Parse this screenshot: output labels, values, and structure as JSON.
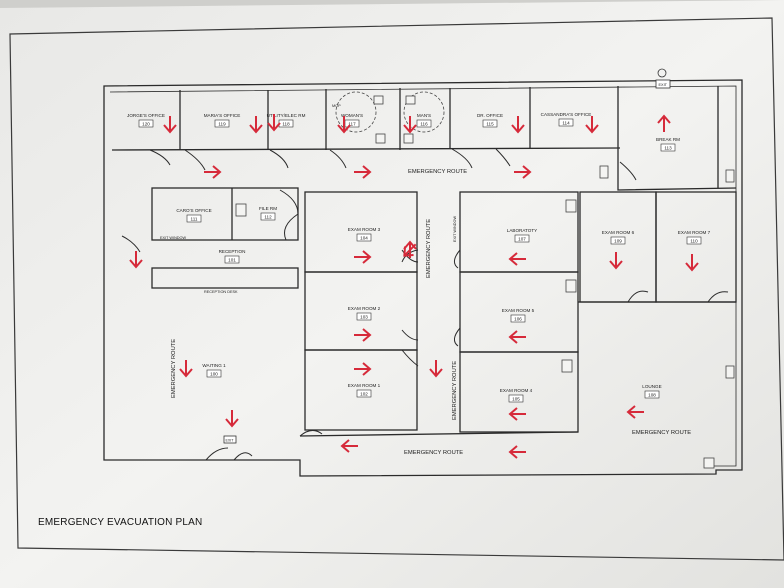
{
  "plan": {
    "title": "EMERGENCY EVACUATION PLAN",
    "arrow_color": "#d62a3a",
    "line_color": "#2b2b2b"
  },
  "rooms": [
    {
      "id": "jorge",
      "name": "JORGE'S OFFICE",
      "number": "120"
    },
    {
      "id": "maria",
      "name": "MARIA'S OFFICE",
      "number": "119"
    },
    {
      "id": "utility",
      "name": "UTILITY/ELEC RM",
      "number": "118"
    },
    {
      "id": "womans",
      "name": "WOMAN'S",
      "number": "117"
    },
    {
      "id": "mans",
      "name": "MAN'S",
      "number": "116"
    },
    {
      "id": "dr",
      "name": "DR. OFFICE",
      "number": "115"
    },
    {
      "id": "cassandra",
      "name": "CASSANDRA'S OFFICE",
      "number": "114"
    },
    {
      "id": "break",
      "name": "BREAK RM",
      "number": "113"
    },
    {
      "id": "caro",
      "name": "CARO'S OFFICE",
      "number": "111"
    },
    {
      "id": "file",
      "name": "FILE RM",
      "number": "112"
    },
    {
      "id": "reception",
      "name": "RECEPTION",
      "number": "101"
    },
    {
      "id": "exam3",
      "name": "EXAM ROOM 3",
      "number": "104"
    },
    {
      "id": "exam2",
      "name": "EXAM ROOM 2",
      "number": "103"
    },
    {
      "id": "exam1",
      "name": "EXAM ROOM 1",
      "number": "102"
    },
    {
      "id": "lab",
      "name": "LABORATOTY",
      "number": "107"
    },
    {
      "id": "exam5",
      "name": "EXAM ROOM 5",
      "number": "106"
    },
    {
      "id": "exam4",
      "name": "EXAM ROOM 4",
      "number": "105"
    },
    {
      "id": "exam6",
      "name": "EXAM ROOM 6",
      "number": "109"
    },
    {
      "id": "exam7",
      "name": "EXAM ROOM 7",
      "number": "110"
    },
    {
      "id": "lounge",
      "name": "LOUNGE",
      "number": "108"
    },
    {
      "id": "waiting",
      "name": "WAITING 1",
      "number": "100"
    }
  ],
  "labels": {
    "route_top": "EMERGENCY ROUTE",
    "route_center_left": "EMERGENCY ROUTE",
    "route_center_right": "EMERGENCY ROUTE",
    "route_left": "EMERGENCY ROUTE",
    "route_bottom": "EMERGENCY ROUTE",
    "route_lounge": "EMERGENCY ROUTE",
    "reception_desk": "RECEPTION DESK",
    "window_left": "EXIT WINDOW",
    "window_center": "EXIT WINDOW",
    "mop": "MOP",
    "exit_top": "EXIT",
    "exit_bottom": "EXIT"
  },
  "arrows": [
    {
      "dir": "down"
    },
    {
      "dir": "down"
    },
    {
      "dir": "down"
    },
    {
      "dir": "down"
    },
    {
      "dir": "down"
    },
    {
      "dir": "down"
    },
    {
      "dir": "down"
    },
    {
      "dir": "down"
    },
    {
      "dir": "up"
    },
    {
      "dir": "right"
    },
    {
      "dir": "right"
    },
    {
      "dir": "right"
    },
    {
      "dir": "right"
    },
    {
      "dir": "right"
    },
    {
      "dir": "right"
    },
    {
      "dir": "up"
    },
    {
      "dir": "down"
    },
    {
      "dir": "left"
    },
    {
      "dir": "left"
    },
    {
      "dir": "left"
    },
    {
      "dir": "left"
    },
    {
      "dir": "down"
    },
    {
      "dir": "down"
    },
    {
      "dir": "down"
    },
    {
      "dir": "down"
    },
    {
      "dir": "left"
    },
    {
      "dir": "left"
    },
    {
      "dir": "down-left"
    }
  ]
}
